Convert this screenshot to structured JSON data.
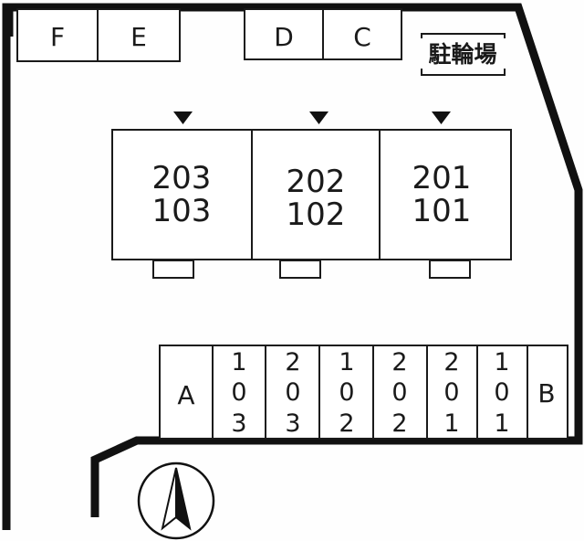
{
  "parking_top": {
    "left": [
      "F",
      "E"
    ],
    "right": [
      "D",
      "C"
    ]
  },
  "bicycle_parking": {
    "label": "駐輪場"
  },
  "building": {
    "units": [
      {
        "upper": "203",
        "lower": "103"
      },
      {
        "upper": "202",
        "lower": "102"
      },
      {
        "upper": "201",
        "lower": "101"
      }
    ]
  },
  "parking_bottom": {
    "left_label": "A",
    "stalls": [
      [
        "1",
        "0",
        "3"
      ],
      [
        "2",
        "0",
        "3"
      ],
      [
        "1",
        "0",
        "2"
      ],
      [
        "2",
        "0",
        "2"
      ],
      [
        "2",
        "0",
        "1"
      ],
      [
        "1",
        "0",
        "1"
      ]
    ],
    "right_label": "B"
  },
  "north_arrow": {
    "icon": "north-arrow-icon"
  },
  "colors": {
    "line": "#111111",
    "background": "#ffffff"
  }
}
